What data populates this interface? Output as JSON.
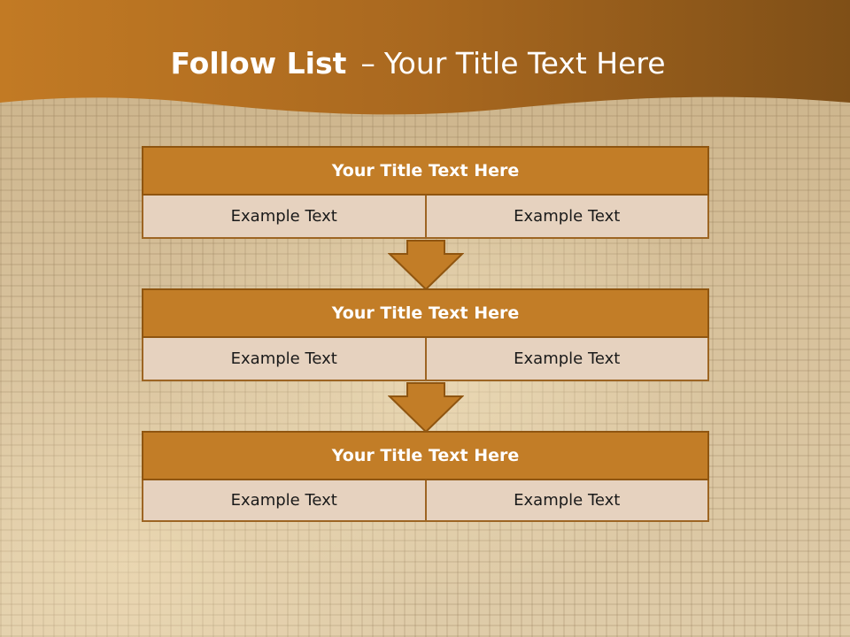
{
  "slide": {
    "title_bold": "Follow List",
    "title_dash": "–",
    "title_rest": "Your Title Text Here"
  },
  "blocks": [
    {
      "title": "Your Title Text Here",
      "cells": [
        "Example Text",
        "Example Text"
      ]
    },
    {
      "title": "Your Title Text Here",
      "cells": [
        "Example Text",
        "Example Text"
      ]
    },
    {
      "title": "Your Title Text Here",
      "cells": [
        "Example Text",
        "Example Text"
      ]
    }
  ],
  "colors": {
    "header": "#a8661d",
    "title_bar": "#c27d27",
    "cell_fill": "#e6d2bf",
    "border": "#8f5510"
  }
}
